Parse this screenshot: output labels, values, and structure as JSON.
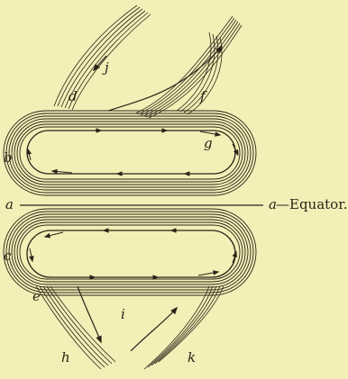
{
  "figure": {
    "background": "#f4eeb7",
    "ink": "#2a2418",
    "labels": {
      "a_left": "a",
      "a_right": "a",
      "b": "b",
      "c": "c",
      "d": "d",
      "e": "e",
      "f": "f",
      "g": "g",
      "h": "h",
      "i": "i",
      "j": "j",
      "k": "k"
    },
    "equator_label": "—Equator."
  }
}
